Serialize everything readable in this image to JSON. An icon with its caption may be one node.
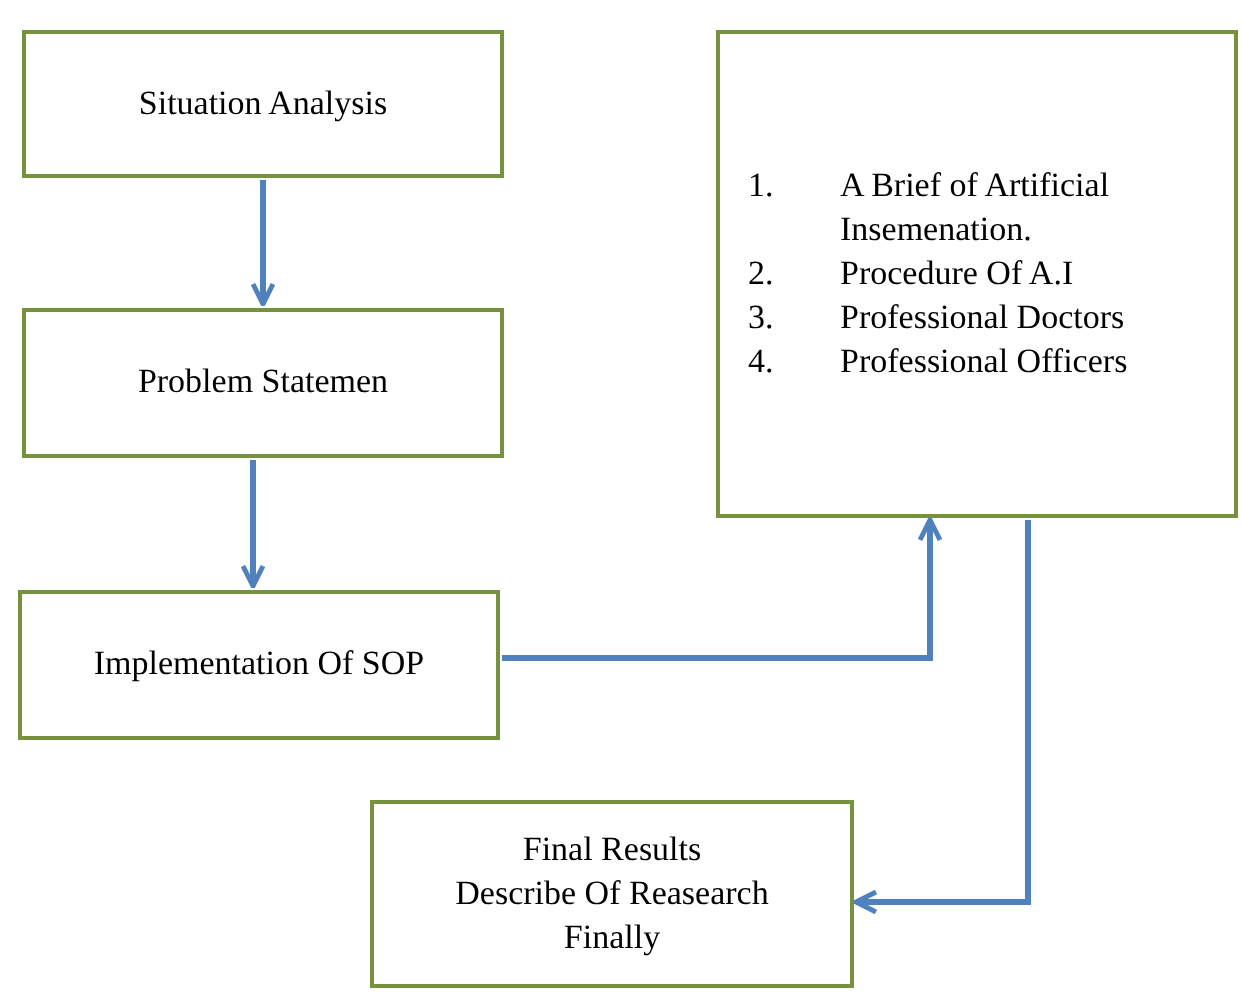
{
  "diagram": {
    "nodes": [
      {
        "text": [
          "Situation Analysis"
        ]
      },
      {
        "text": [
          "Problem Statemen"
        ]
      },
      {
        "text": [
          "Implementation Of SOP"
        ]
      },
      {
        "text": [
          "1. A Brief of Artificial Insemenation.",
          "2. Procedure Of A.I",
          "3. Professional Doctors",
          "4. Professional Officers"
        ]
      },
      {
        "text": [
          "Final Results",
          "Describe Of Reasearch",
          "Finally"
        ]
      }
    ],
    "edges": [
      {
        "from": 0,
        "to": 1,
        "arrow": "to"
      },
      {
        "from": 1,
        "to": 2,
        "arrow": "to"
      },
      {
        "from": 2,
        "to": 3,
        "arrow": "to"
      },
      {
        "from": 3,
        "to": 4,
        "arrow": "to"
      }
    ]
  }
}
